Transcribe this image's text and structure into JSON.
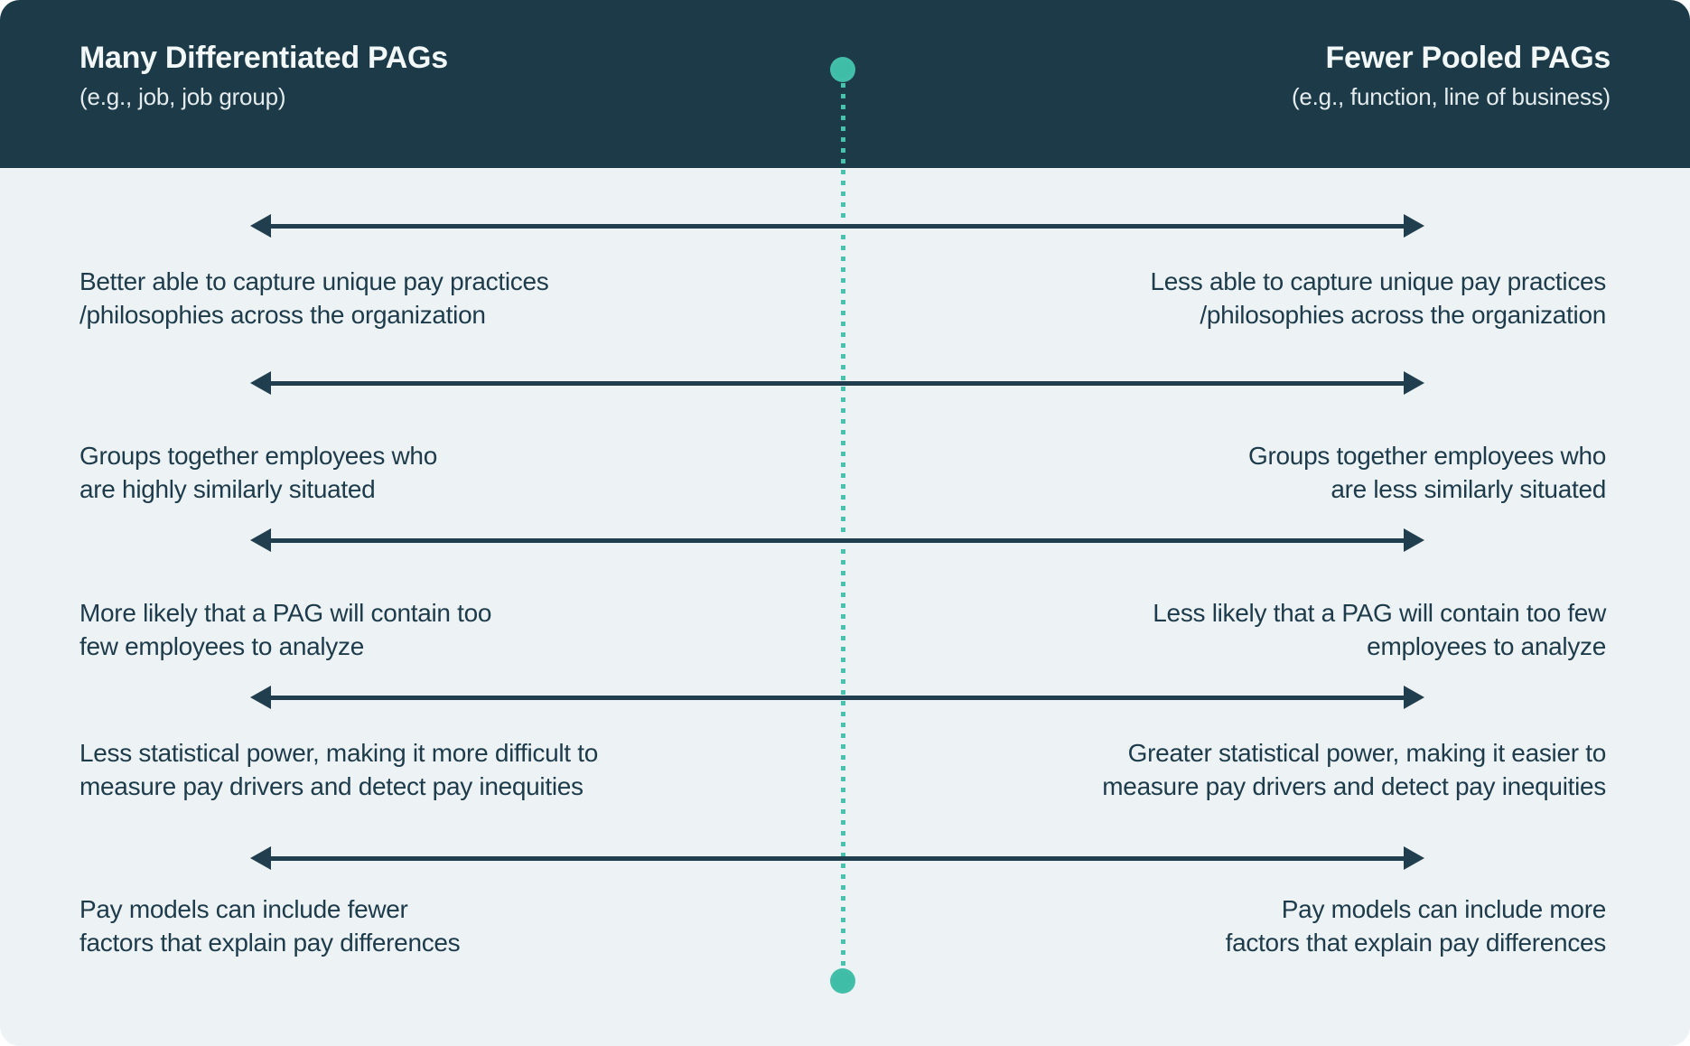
{
  "colors": {
    "header_bg": "#1d3a48",
    "body_bg": "#edf2f4",
    "text_dark": "#1d3b4a",
    "arrow": "#213e4e",
    "accent_teal": "#49c2ae",
    "header_text": "#f2f7f7"
  },
  "header": {
    "left": {
      "title": "Many Differentiated PAGs",
      "subtitle": "(e.g., job, job group)"
    },
    "right": {
      "title": "Fewer Pooled PAGs",
      "subtitle": "(e.g., function, line of business)"
    }
  },
  "rows": [
    {
      "left": "Better able to capture unique pay practices\n/philosophies across the organization",
      "right": "Less able to capture unique pay practices\n/philosophies across the organization"
    },
    {
      "left": "Groups together employees who\nare highly similarly situated",
      "right": "Groups together employees who\nare less similarly situated"
    },
    {
      "left": "More likely that a PAG will contain too\nfew employees to analyze",
      "right": "Less likely that a PAG will contain too few\nemployees to analyze"
    },
    {
      "left": "Less statistical power, making it more difficult to\nmeasure pay drivers and detect pay inequities",
      "right": "Greater statistical power, making it easier to\nmeasure pay drivers and detect pay inequities"
    },
    {
      "left": "Pay models can include fewer\nfactors that explain pay differences",
      "right": "Pay models can include more\nfactors that explain pay differences"
    }
  ]
}
